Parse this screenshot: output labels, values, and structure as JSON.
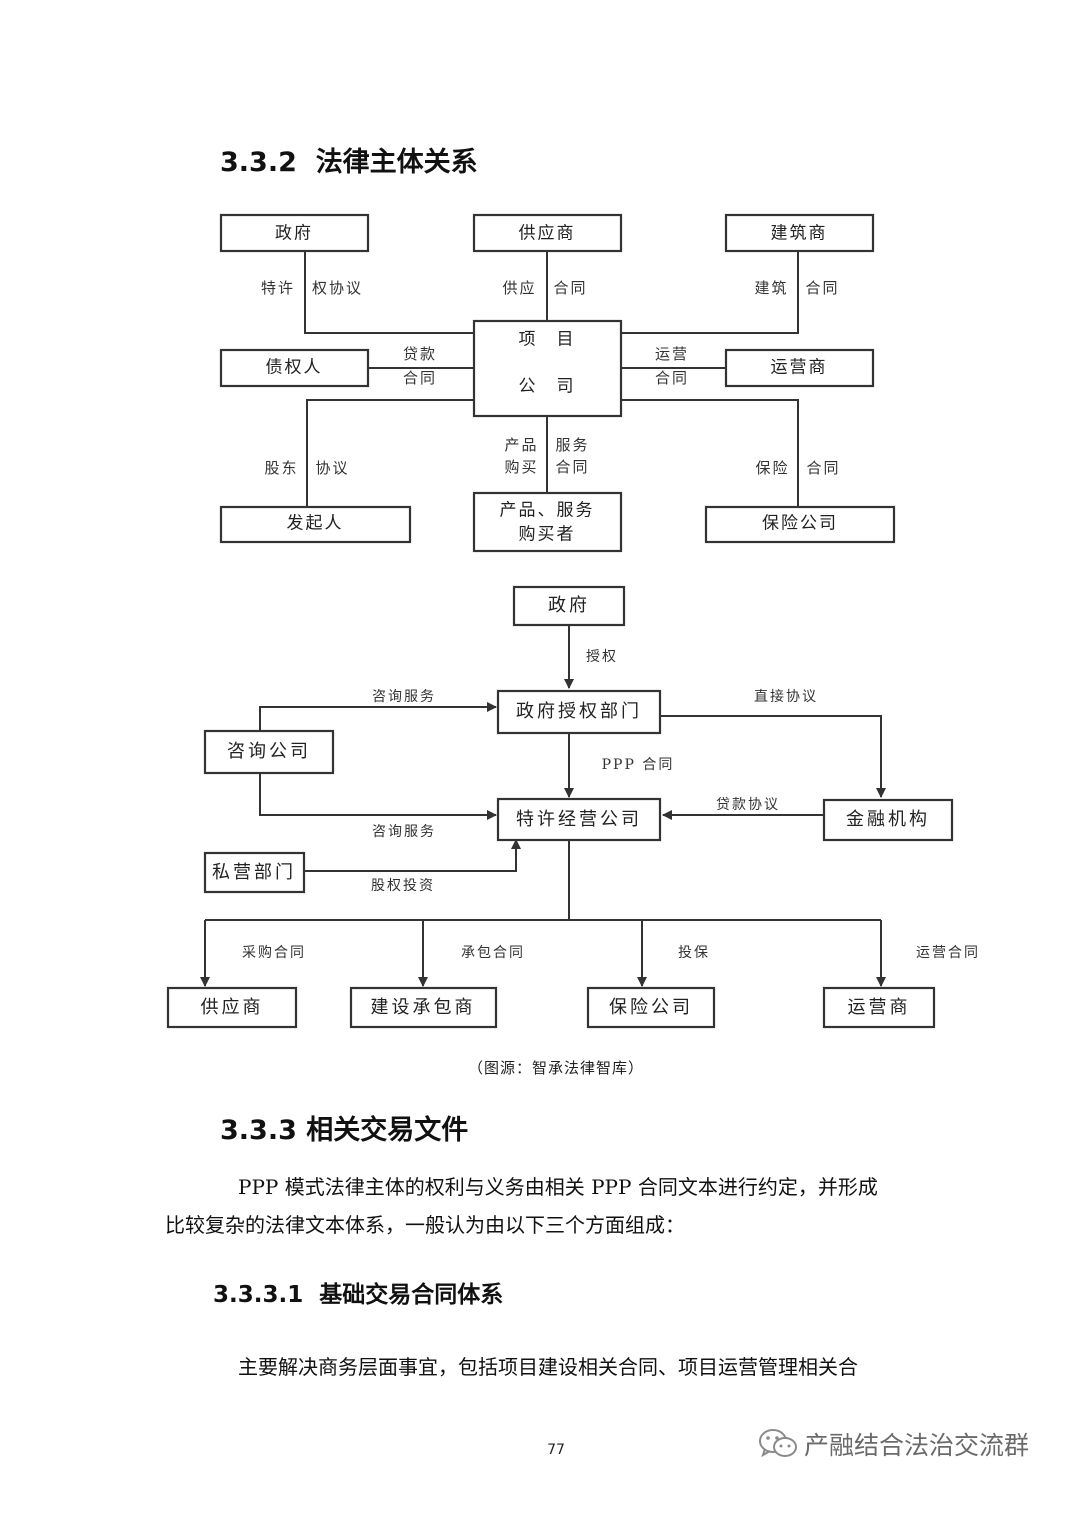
{
  "section_332": {
    "number": "3.3.2",
    "title": "法律主体关系"
  },
  "diagram1": {
    "boxes": {
      "government": "政府",
      "supplier": "供应商",
      "builder": "建筑商",
      "creditor": "债权人",
      "project_line1": "项　目",
      "project_line2": "公　司",
      "operator": "运营商",
      "sponsor": "发起人",
      "buyer_line1": "产品、服务",
      "buyer_line2": "购买者",
      "insurer": "保险公司"
    },
    "labels": {
      "franchise_agreement": "特许　权协议",
      "supply_contract": "供应　合同",
      "construction_contract": "建筑　合同",
      "loan_line1": "贷款",
      "loan_line2": "合同",
      "operation_line1": "运营",
      "operation_line2": "合同",
      "shareholder_agreement": "股东　协议",
      "purchase_line1": "产品　服务",
      "purchase_line2": "购买　合同",
      "insurance_contract": "保险　合同"
    }
  },
  "diagram2": {
    "boxes": {
      "government": "政府",
      "gov_dept": "政府授权部门",
      "consulting": "咨询公司",
      "franchise_co": "特许经营公司",
      "financial": "金融机构",
      "private": "私营部门",
      "supplier": "供应商",
      "contractor": "建设承包商",
      "insurer": "保险公司",
      "operator": "运营商"
    },
    "labels": {
      "authorize": "授权",
      "consulting_top": "咨询服务",
      "direct_agreement": "直接协议",
      "ppp_contract": "PPP 合同",
      "loan_agreement": "贷款协议",
      "consulting_bottom": "咨询服务",
      "equity": "股权投资",
      "purchase_contract": "采购合同",
      "subcontract": "承包合同",
      "insurance": "投保",
      "operation_contract": "运营合同"
    }
  },
  "caption": "（图源：智承法律智库）",
  "section_333": {
    "number": "3.3.3",
    "title": "相关交易文件"
  },
  "paragraph_333": {
    "line1": "PPP 模式法律主体的权利与义务由相关 PPP 合同文本进行约定，并形成",
    "line2": "比较复杂的法律文本体系，一般认为由以下三个方面组成："
  },
  "section_3331": {
    "number": "3.3.3.1",
    "title": "基础交易合同体系"
  },
  "paragraph_3331": {
    "line1": "主要解决商务层面事宜，包括项目建设相关合同、项目运营管理相关合"
  },
  "page_number": "77",
  "watermark": {
    "icon": "wechat-icon",
    "text": "产融结合法治交流群"
  }
}
